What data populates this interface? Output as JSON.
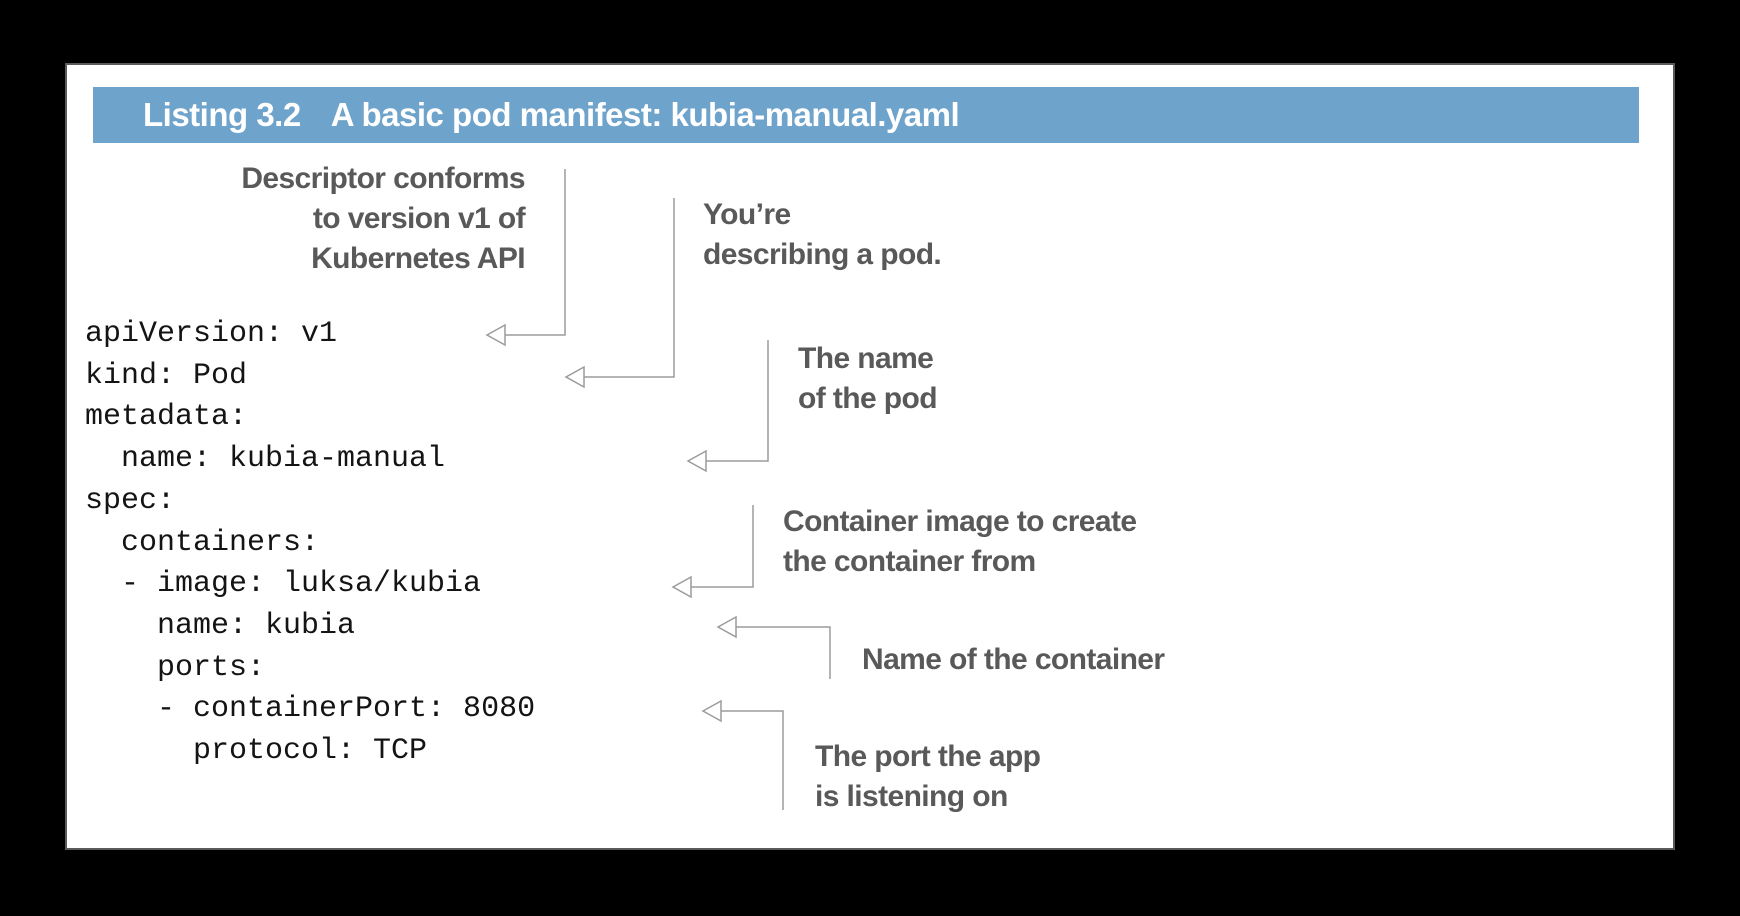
{
  "page": {
    "header": {
      "label": "Listing 3.2",
      "title": "A basic pod manifest: kubia-manual.yaml"
    },
    "code": "apiVersion: v1\nkind: Pod\nmetadata:\n  name: kubia-manual\nspec:\n  containers:\n  - image: luksa/kubia\n    name: kubia\n    ports:\n    - containerPort: 8080\n      protocol: TCP",
    "annotations": [
      {
        "id": "api-version",
        "lines": [
          "Descriptor conforms",
          "to version v1 of",
          "Kubernetes API"
        ]
      },
      {
        "id": "kind",
        "lines": [
          "You’re",
          "describing a pod."
        ]
      },
      {
        "id": "pod-name",
        "lines": [
          "The name",
          "of the pod"
        ]
      },
      {
        "id": "container-image",
        "lines": [
          "Container image to create",
          "the container from"
        ]
      },
      {
        "id": "container-name",
        "lines": [
          "Name of the container"
        ]
      },
      {
        "id": "port",
        "lines": [
          "The port the app",
          "is listening on"
        ]
      }
    ],
    "colors": {
      "canvas_bg": "#000000",
      "page_bg": "#ffffff",
      "header_bg": "#6EA3CB",
      "header_text": "#ffffff",
      "annotation_text": "#595959",
      "connector_line": "#9b9b9b",
      "code_text": "#141414"
    }
  }
}
